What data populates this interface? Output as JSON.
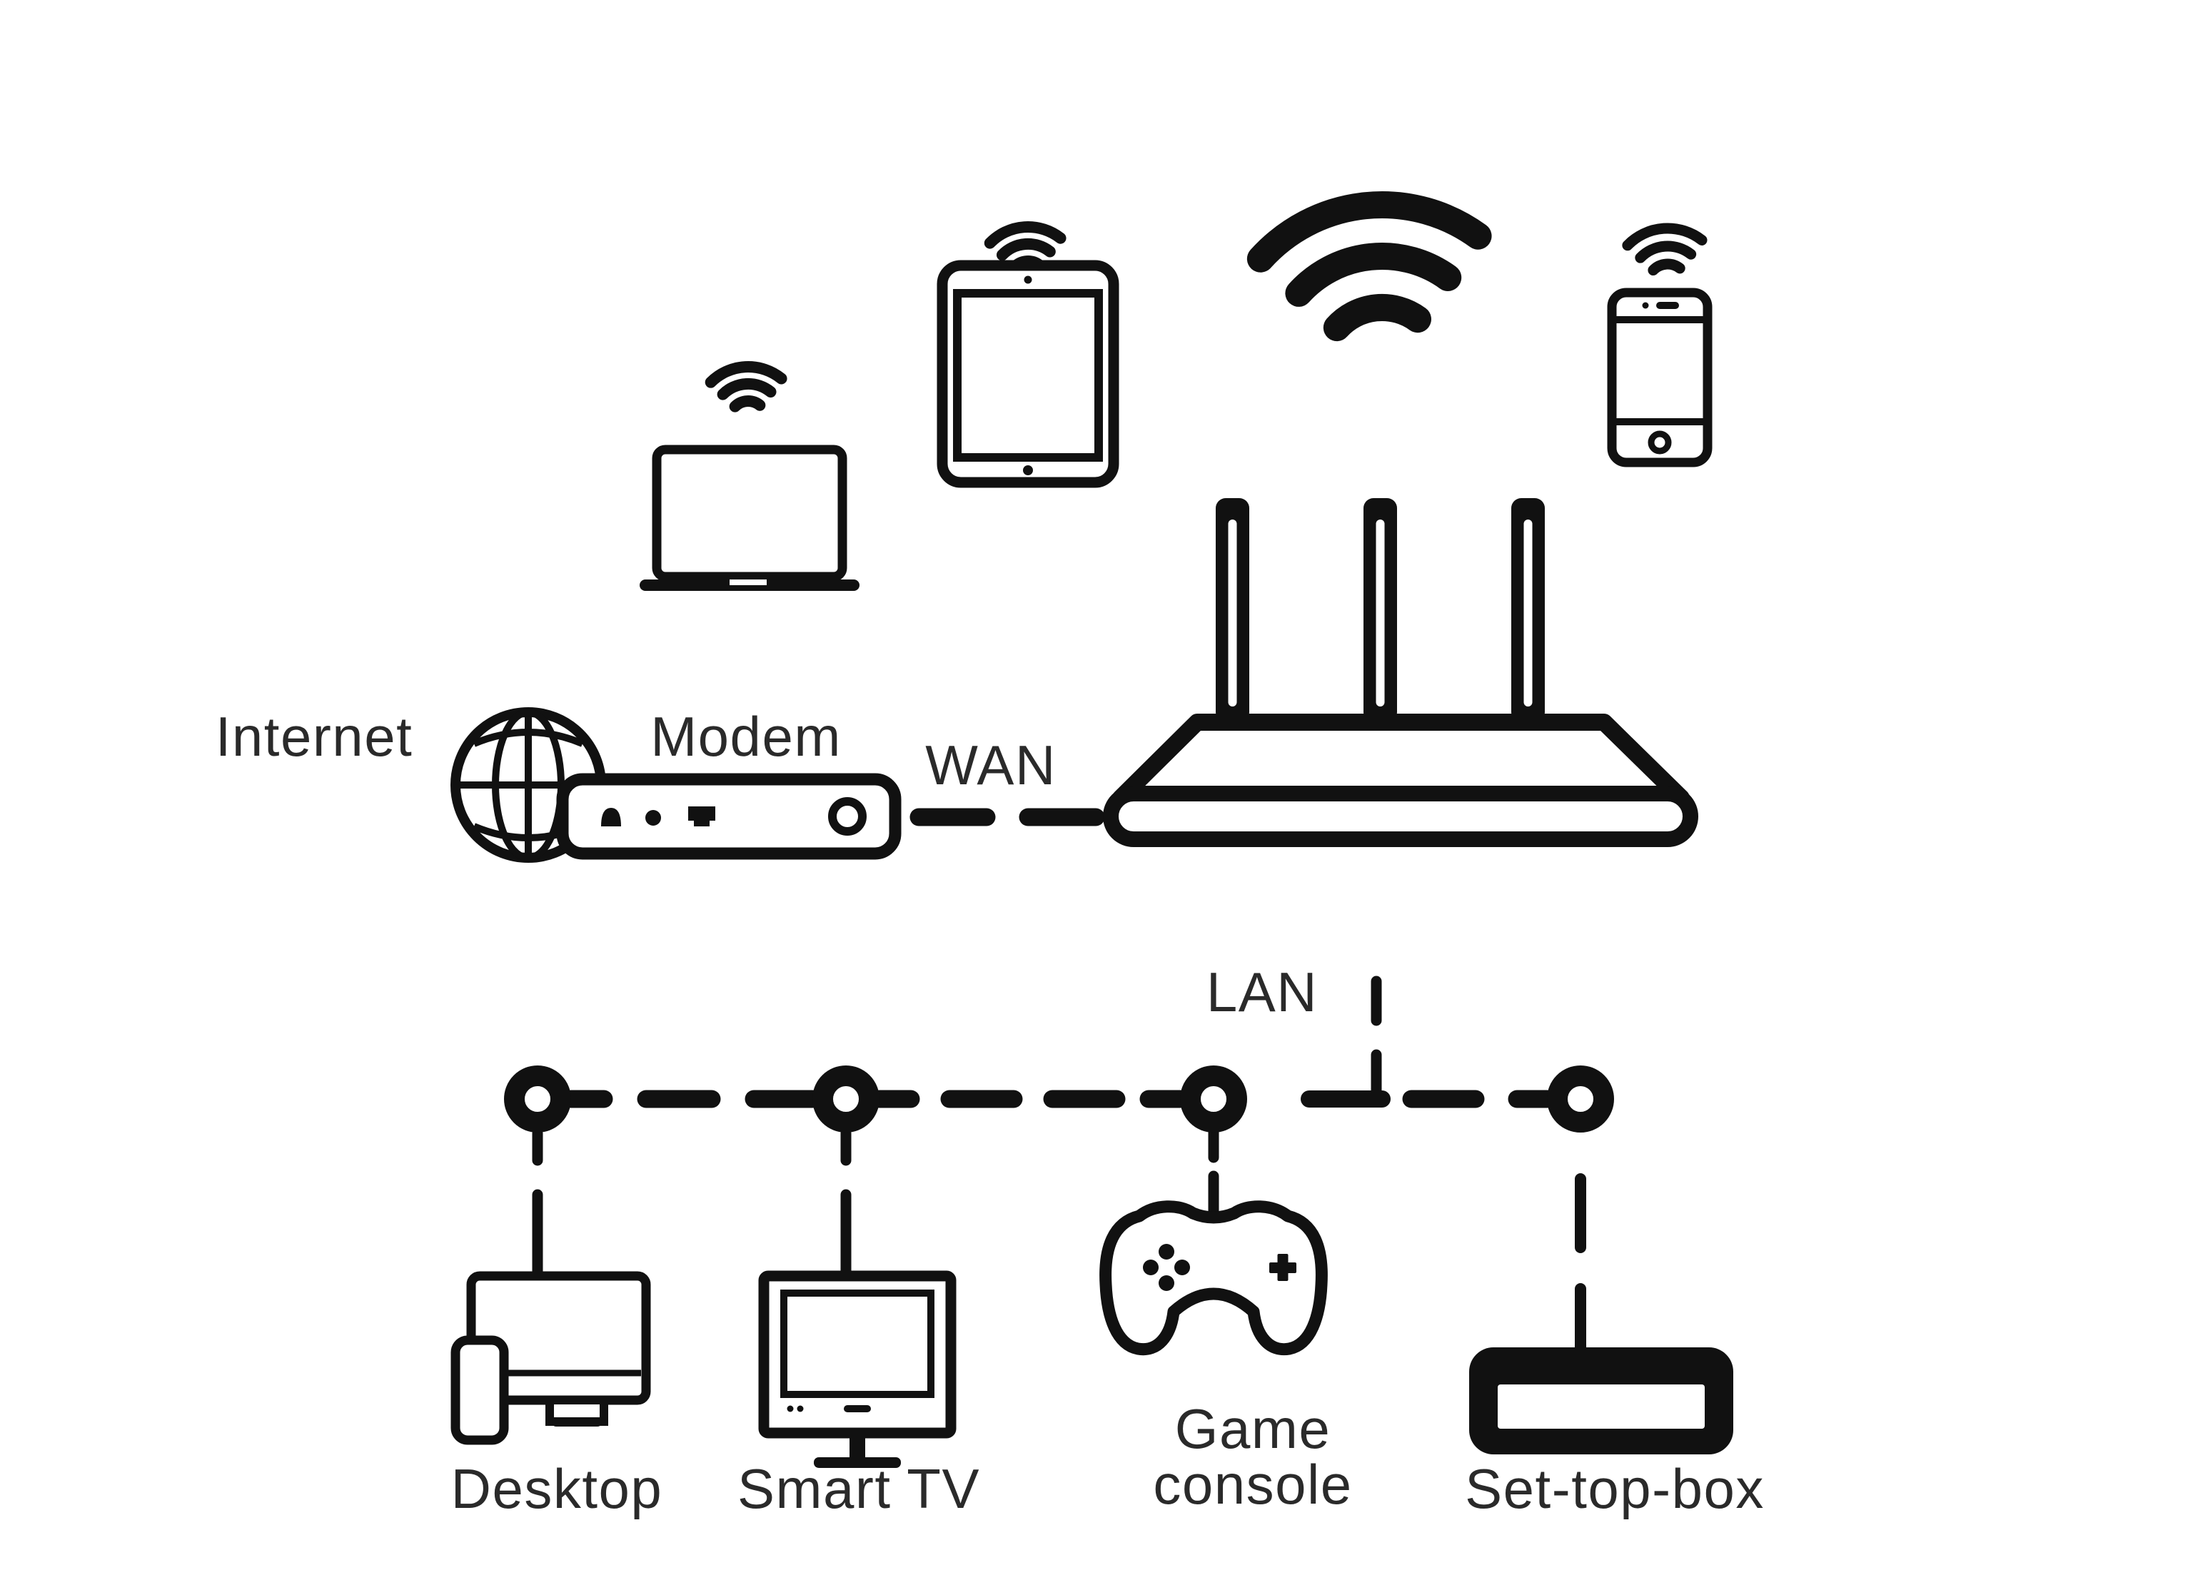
{
  "title": "Home network connection diagram",
  "colors": {
    "background": "#ffffff",
    "line": "#111111",
    "text": "#2a2a2a"
  },
  "labels": {
    "internet": "Internet",
    "modem": "Modem",
    "wan": "WAN",
    "lan": "LAN",
    "desktop": "Desktop",
    "smart_tv": "Smart TV",
    "game_console_lines": [
      "Game",
      "console"
    ],
    "set_top_box": "Set-top-box"
  },
  "icons": [
    "globe-icon",
    "modem-icon",
    "router-icon",
    "laptop-icon",
    "tablet-icon",
    "smartphone-icon",
    "wifi-signal-icon",
    "desktop-pc-icon",
    "smart-tv-icon",
    "game-controller-icon",
    "set-top-box-icon",
    "lan-node-icon"
  ],
  "connections": [
    {
      "from": "Internet",
      "to": "Modem",
      "style": "adjacent"
    },
    {
      "from": "Modem",
      "to": "Router",
      "style": "dashed",
      "label": "WAN"
    },
    {
      "from": "Router",
      "to": "LAN bus",
      "style": "dashed",
      "label": "LAN"
    },
    {
      "from": "LAN bus",
      "to": "Desktop",
      "style": "dashed"
    },
    {
      "from": "LAN bus",
      "to": "Smart TV",
      "style": "dashed"
    },
    {
      "from": "LAN bus",
      "to": "Game console",
      "style": "dashed"
    },
    {
      "from": "LAN bus",
      "to": "Set-top-box",
      "style": "dashed"
    },
    {
      "from": "Router",
      "to": "Laptop",
      "style": "wireless"
    },
    {
      "from": "Router",
      "to": "Tablet",
      "style": "wireless"
    },
    {
      "from": "Router",
      "to": "Smartphone",
      "style": "wireless"
    }
  ]
}
